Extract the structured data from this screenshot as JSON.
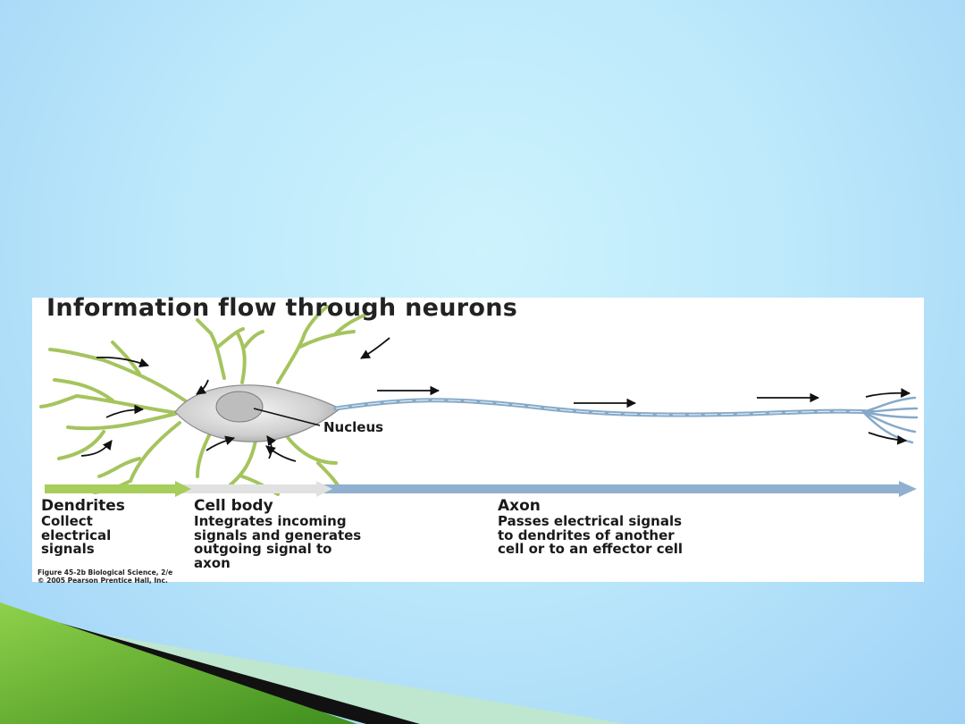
{
  "figure": {
    "title": "Information flow through neurons",
    "nucleus_label": "Nucleus",
    "sections": [
      {
        "heading": "Dendrites",
        "description": "Collect\nelectrical\nsignals"
      },
      {
        "heading": "Cell body",
        "description": "Integrates incoming\nsignals and generates\noutgoing signal to\naxon"
      },
      {
        "heading": "Axon",
        "description": "Passes electrical signals\nto dendrites of another\ncell or to an effector cell"
      }
    ],
    "credit": "Figure 45-2b  Biological Science, 2/e\n© 2005 Pearson Prentice Hall, Inc.",
    "colors": {
      "dendrite": "#a5c45e",
      "cell_body": "#d9d9d9",
      "axon": "#86a9c8",
      "arrow_dendrites": "#a7cd5a",
      "arrow_cell_body": "#e1e1e1",
      "arrow_axon": "#8fb0ce"
    }
  },
  "theme": {
    "background": "#c6eefc",
    "accent_green": "#5aa82a",
    "accent_black": "#111111",
    "accent_mint": "#bfe6cf"
  }
}
